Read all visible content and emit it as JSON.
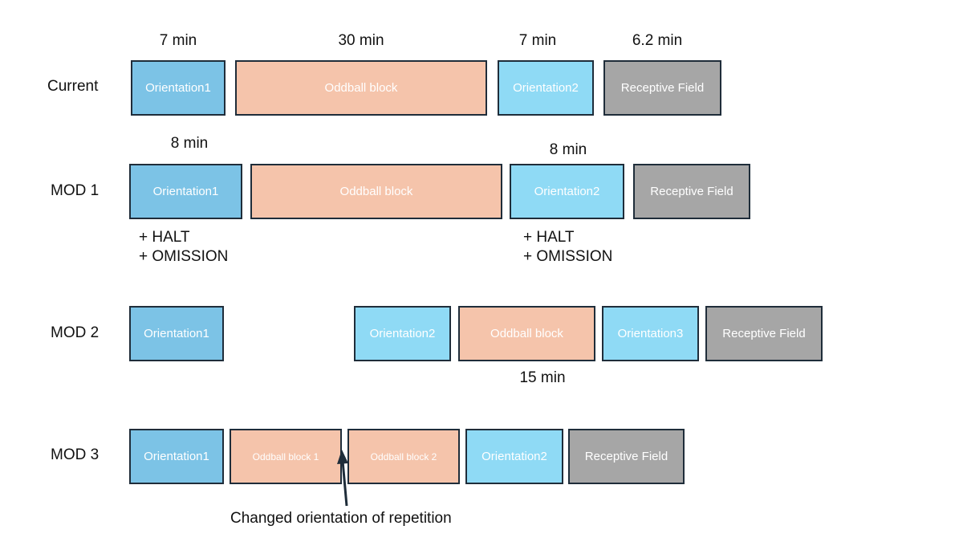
{
  "rows": {
    "current": {
      "label": "Current",
      "durations": [
        "7 min",
        "30 min",
        "7 min",
        "6.2 min"
      ],
      "blocks": [
        "Orientation1",
        "Oddball block",
        "Orientation2",
        "Receptive Field"
      ]
    },
    "mod1": {
      "label": "MOD 1",
      "durations": [
        "8 min",
        "8 min"
      ],
      "blocks": [
        "Orientation1",
        "Oddball block",
        "Orientation2",
        "Receptive Field"
      ],
      "notes": [
        {
          "line1": "+ HALT",
          "line2": "+ OMISSION"
        },
        {
          "line1": "+ HALT",
          "line2": "+ OMISSION"
        }
      ]
    },
    "mod2": {
      "label": "MOD 2",
      "durations": [
        "15 min"
      ],
      "blocks": [
        "Orientation1",
        "Orientation2",
        "Oddball block",
        "Orientation3",
        "Receptive Field"
      ]
    },
    "mod3": {
      "label": "MOD 3",
      "blocks": [
        "Orientation1",
        "Oddball block 1",
        "Oddball block  2",
        "Orientation2",
        "Receptive Field"
      ],
      "annotation": "Changed orientation of repetition"
    }
  },
  "colors": {
    "orientation_dark": "#7cc3e6",
    "orientation_light": "#8fdaf5",
    "oddball": "#f5c4ab",
    "receptive_field": "#a6a6a6",
    "border": "#1f2d3a"
  }
}
